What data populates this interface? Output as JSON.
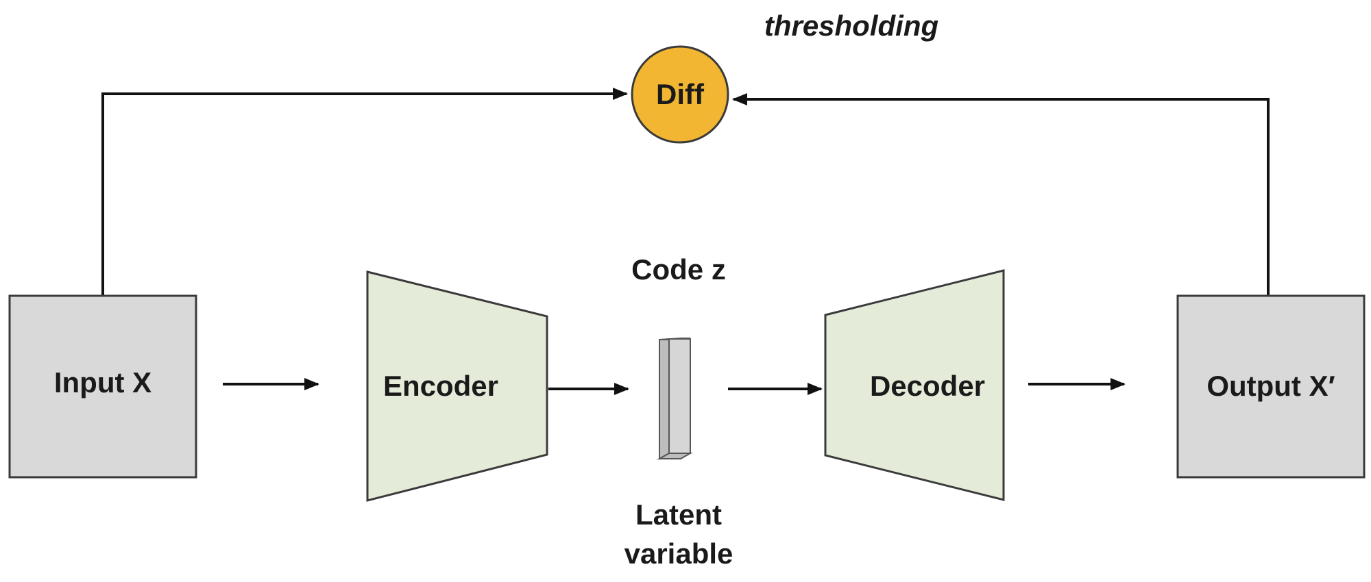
{
  "diagram": {
    "annotation": "thresholding",
    "diff_label": "Diff",
    "input_label": "Input X",
    "encoder_label": "Encoder",
    "code_label": "Code z",
    "latent_label_line1": "Latent",
    "latent_label_line2": "variable",
    "decoder_label": "Decoder",
    "output_label": "Output X′"
  },
  "colors": {
    "io_box_fill": "#d9d9d9",
    "io_box_stroke": "#3a3a3a",
    "network_fill": "#e4ecd9",
    "network_stroke": "#3a3a3a",
    "diff_fill": "#f2b632",
    "diff_stroke": "#3a3a3a",
    "latent_front": "#d6d6d6",
    "latent_side": "#bdbdbd",
    "arrow": "#111111"
  }
}
